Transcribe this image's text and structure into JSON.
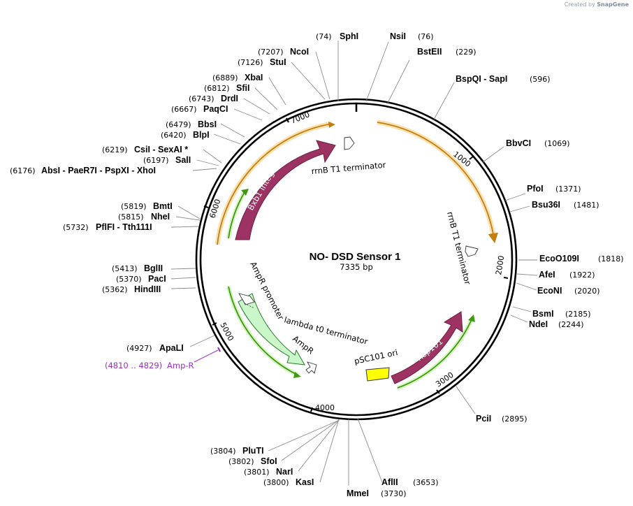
{
  "brand": {
    "created_by": "Created by",
    "app": "SnapGene"
  },
  "plasmid": {
    "name": "NO- DSD Sensor 1",
    "length_label": "7335 bp",
    "length": 7335
  },
  "colors": {
    "integrase": "#9c3363",
    "rep": "#9c3363",
    "ori": "#ffff00",
    "orange_arrow": "#e8a231",
    "green_arrow": "#3e9a10",
    "promoter_fill": "#c9f7c9",
    "primer": "#9b2fc9"
  },
  "ticks": [
    "1000",
    "2000",
    "3000",
    "4000",
    "5000",
    "6000",
    "7000"
  ],
  "enzymes": [
    {
      "name": "SphI",
      "pos": "(74)"
    },
    {
      "name": "NsiI",
      "pos": "(76)"
    },
    {
      "name": "BstEII",
      "pos": "(229)"
    },
    {
      "name": "BspQI  -  SapI",
      "pos": "(596)"
    },
    {
      "name": "BbvCI",
      "pos": "(1069)"
    },
    {
      "name": "PfoI",
      "pos": "(1371)"
    },
    {
      "name": "Bsu36I",
      "pos": "(1481)"
    },
    {
      "name": "EcoO109I",
      "pos": "(1818)"
    },
    {
      "name": "AfeI",
      "pos": "(1922)"
    },
    {
      "name": "EcoNI",
      "pos": "(2020)"
    },
    {
      "name": "BsmI",
      "pos": "(2185)"
    },
    {
      "name": "NdeI",
      "pos": "(2244)"
    },
    {
      "name": "PciI",
      "pos": "(2895)"
    },
    {
      "name": "AflII",
      "pos": "(3653)"
    },
    {
      "name": "MmeI",
      "pos": "(3730)"
    },
    {
      "name": "KasI",
      "pos": "(3800)"
    },
    {
      "name": "NarI",
      "pos": "(3801)"
    },
    {
      "name": "SfoI",
      "pos": "(3802)"
    },
    {
      "name": "PluTI",
      "pos": "(3804)"
    },
    {
      "name": "ApaLI",
      "pos": "(4927)"
    },
    {
      "name": "HindIII",
      "pos": "(5362)"
    },
    {
      "name": "PacI",
      "pos": "(5370)"
    },
    {
      "name": "BglII",
      "pos": "(5413)"
    },
    {
      "name": "PflFI  -  Tth111I",
      "pos": "(5732)"
    },
    {
      "name": "NheI",
      "pos": "(5815)"
    },
    {
      "name": "BmtI",
      "pos": "(5819)"
    },
    {
      "name": "AbsI  -  PaeR7I  -  PspXI  -  XhoI",
      "pos": "(6176)"
    },
    {
      "name": "SalI",
      "pos": "(6197)"
    },
    {
      "name": "CsiI  -  SexAI *",
      "pos": "(6219)"
    },
    {
      "name": "BlpI",
      "pos": "(6420)"
    },
    {
      "name": "BbsI",
      "pos": "(6479)"
    },
    {
      "name": "PaqCI",
      "pos": "(6667)"
    },
    {
      "name": "DrdI",
      "pos": "(6743)"
    },
    {
      "name": "SfiI",
      "pos": "(6812)"
    },
    {
      "name": "XbaI",
      "pos": "(6889)"
    },
    {
      "name": "StuI",
      "pos": "(7126)"
    },
    {
      "name": "NcoI",
      "pos": "(7207)"
    }
  ],
  "features": {
    "rrnb_top": "rrnB T1 terminator",
    "rrnb_right": "rrnB T1 terminator",
    "bxb1": "Bxb1 Integrase",
    "ampr_promoter": "AmpR promoter",
    "lambda": "lambda t0 terminator",
    "ampr": "AmpR",
    "psc101": "pSC101 ori",
    "rep101": "Rep101"
  },
  "primer": {
    "range": "(4810 .. 4829)",
    "name": "Amp-R"
  }
}
